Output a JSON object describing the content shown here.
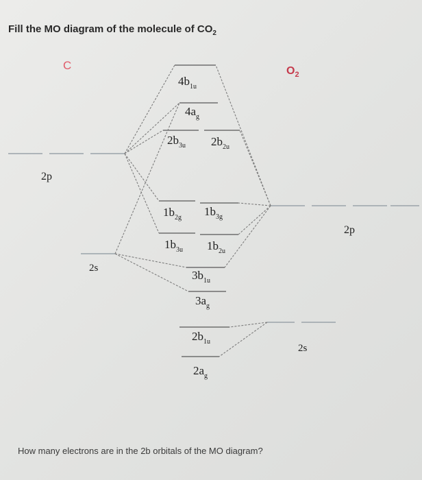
{
  "question": {
    "title_prefix": "Fill the MO diagram of the molecule of CO",
    "title_sub": "2",
    "bottom_text": "How many electrons are in the 2b orbitals of the MO diagram?"
  },
  "atoms": {
    "left": {
      "symbol": "C",
      "color": "#e05c6a"
    },
    "right": {
      "symbol": "O",
      "sub": "2",
      "color": "#c53a4c"
    }
  },
  "atomic_orbitals": {
    "left_2p": "2p",
    "left_2s": "2s",
    "right_2p": "2p",
    "right_2s": "2s"
  },
  "molecular_orbitals": {
    "mo_4b1u": {
      "main": "4b",
      "sub": "1u"
    },
    "mo_4ag": {
      "main": "4a",
      "sub": "g"
    },
    "mo_2b3u": {
      "main": "2b",
      "sub": "3u"
    },
    "mo_2b2u": {
      "main": "2b",
      "sub": "2u"
    },
    "mo_1b2g": {
      "main": "1b",
      "sub": "2g"
    },
    "mo_1b3g": {
      "main": "1b",
      "sub": "3g"
    },
    "mo_1b3u": {
      "main": "1b",
      "sub": "3u"
    },
    "mo_1b2u": {
      "main": "1b",
      "sub": "2u"
    },
    "mo_3b1u": {
      "main": "3b",
      "sub": "1u"
    },
    "mo_3ag": {
      "main": "3a",
      "sub": "g"
    },
    "mo_2b1u": {
      "main": "2b",
      "sub": "1u"
    },
    "mo_2ag": {
      "main": "2a",
      "sub": "g"
    }
  }
}
